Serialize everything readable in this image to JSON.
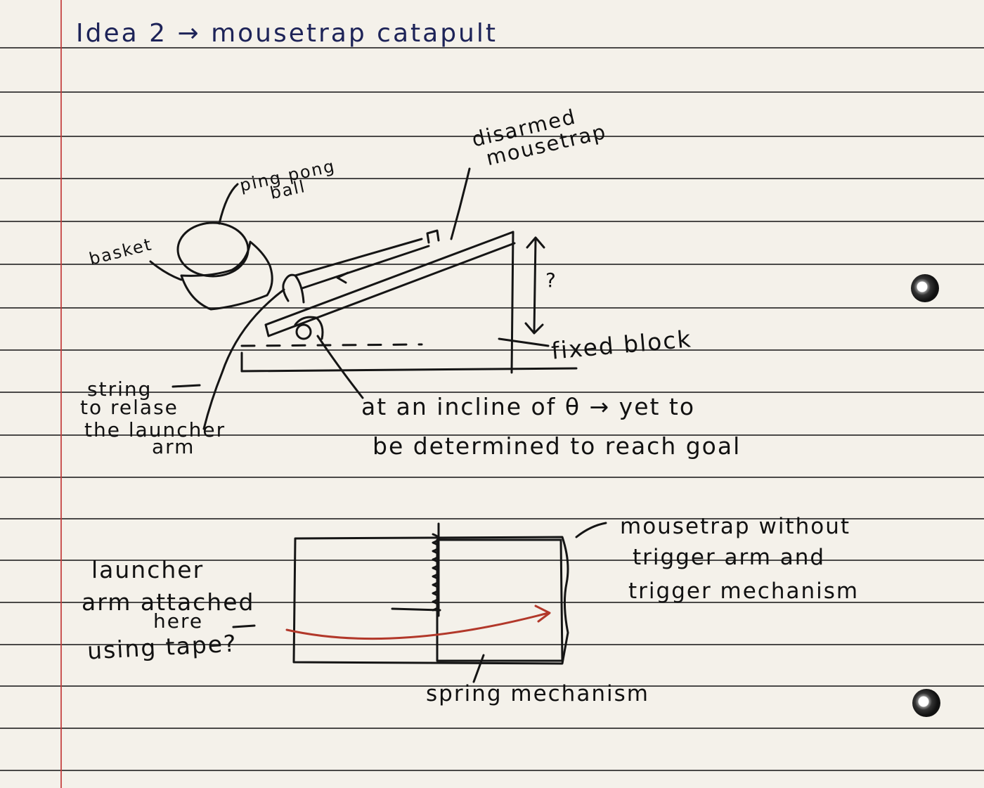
{
  "title": "Idea 2 → mousetrap catapult",
  "side_view": {
    "label_disarmed_line1": "disarmed",
    "label_disarmed_line2": "mousetrap",
    "label_ping_pong_line1": "ping pong",
    "label_ping_pong_line2": "ball",
    "label_basket": "basket",
    "label_height": "?",
    "label_fixed_block": "fixed block",
    "label_string_line1": "string",
    "label_string_line2": "to relase",
    "label_string_line3": "the launcher",
    "label_string_line4": "arm",
    "label_incline_line1": "at an incline of θ → yet to",
    "label_incline_line2": "be determined to reach goal"
  },
  "top_view": {
    "label_trap_line1": "mousetrap without",
    "label_trap_line2": "trigger arm and",
    "label_trap_line3": "trigger mechanism",
    "label_launcher_line1": "launcher",
    "label_launcher_line2": "arm attached",
    "label_launcher_line3": "here",
    "label_launcher_line4": "using tape?",
    "label_spring": "spring mechanism"
  },
  "colors": {
    "paper": "#f4f1ea",
    "rule": "#2b2b2b",
    "margin": "#c23a3a",
    "title_ink": "#1d2358",
    "ink": "#151515",
    "arrow_red": "#b2382a"
  }
}
